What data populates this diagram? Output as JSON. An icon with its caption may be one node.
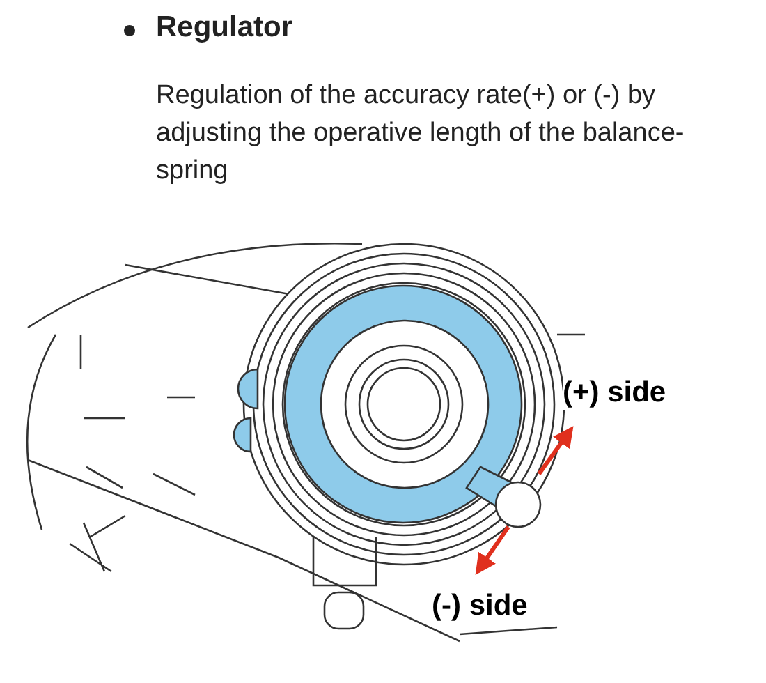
{
  "diagram": {
    "title": "Regulator",
    "labels": [
      "Regulation of the accuracy rate(+) or (-) by adjusting the operative length of the balance-spring",
      "(+) side",
      "(-) side"
    ]
  }
}
